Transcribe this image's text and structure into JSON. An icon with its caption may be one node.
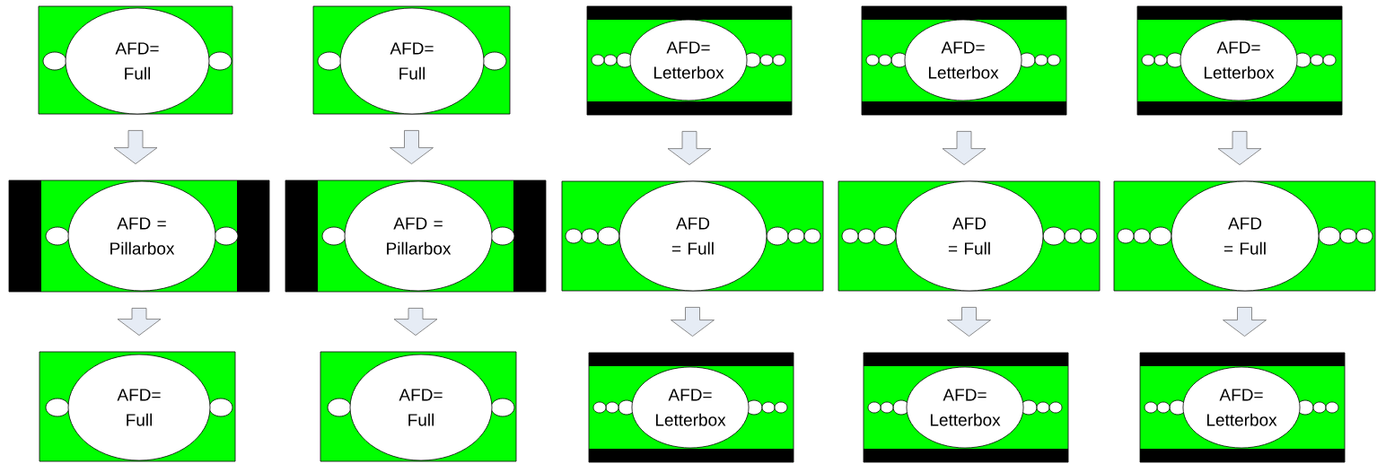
{
  "diagram": {
    "nodes": [
      {
        "text": [],
        "shape": "box"
      },
      {
        "text": [
          "AFD= Full"
        ],
        "in": 0
      },
      {
        "text": [],
        "shape": "box"
      },
      {
        "text": [
          "AFD= Full"
        ],
        "in": 2
      },
      {
        "text": [],
        "shape": "box"
      },
      {
        "text": [
          "AFD= Letterbox"
        ],
        "in": 4
      },
      {
        "text": [],
        "shape": "box"
      },
      {
        "text": [
          "AFD= Letterbox"
        ],
        "in": 6
      },
      {
        "text": [],
        "shape": "box"
      },
      {
        "text": [
          "AFD= Letterbox"
        ],
        "in": 8
      },
      {
        "text": [],
        "shape": "box"
      },
      {
        "text": [
          "AFD = Pillarbox"
        ],
        "in": 10
      },
      {
        "text": [],
        "shape": "box"
      },
      {
        "text": [
          "AFD = Pillarbox"
        ],
        "in": 12
      },
      {
        "text": [],
        "shape": "box"
      },
      {
        "text": [
          "AFD = Full"
        ],
        "in": 14
      },
      {
        "text": [],
        "shape": "box"
      },
      {
        "text": [
          "AFD = Full"
        ],
        "in": 16
      },
      {
        "text": [],
        "shape": "box"
      },
      {
        "text": [
          "AFD = Full"
        ],
        "in": 18
      },
      {
        "text": [],
        "shape": "box"
      },
      {
        "text": [
          "AFD= Full"
        ],
        "in": 20
      },
      {
        "text": [],
        "shape": "box"
      },
      {
        "text": [
          "AFD= Full"
        ],
        "in": 22
      },
      {
        "text": [],
        "shape": "box"
      },
      {
        "text": [
          "AFD= Letterbox"
        ],
        "in": 24
      },
      {
        "text": [],
        "shape": "box"
      },
      {
        "text": [
          "AFD= Letterbox"
        ],
        "in": 26
      },
      {
        "text": [],
        "shape": "box"
      },
      {
        "text": [
          "AFD= Letterbox"
        ],
        "in": 28
      }
    ],
    "edges": [
      {
        "from": 0,
        "to": 10,
        "arrow": "to"
      },
      {
        "from": 2,
        "to": 12,
        "arrow": "to"
      },
      {
        "from": 4,
        "to": 14,
        "arrow": "to"
      },
      {
        "from": 6,
        "to": 16,
        "arrow": "to"
      },
      {
        "from": 8,
        "to": 18,
        "arrow": "to"
      },
      {
        "from": 10,
        "to": 20,
        "arrow": "to"
      },
      {
        "from": 12,
        "to": 22,
        "arrow": "to"
      },
      {
        "from": 14,
        "to": 24,
        "arrow": "to"
      },
      {
        "from": 16,
        "to": 26,
        "arrow": "to"
      },
      {
        "from": 18,
        "to": 28,
        "arrow": "to"
      }
    ]
  }
}
